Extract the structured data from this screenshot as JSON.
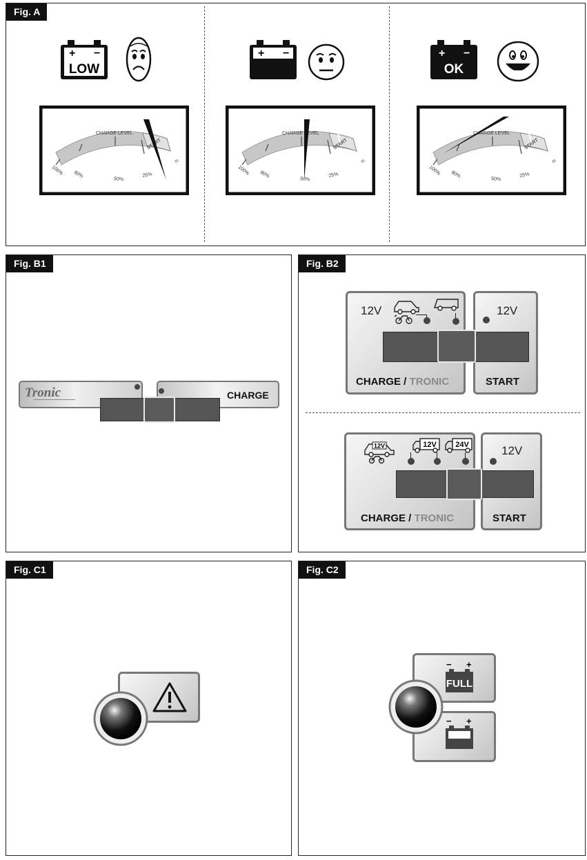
{
  "figures": {
    "a": {
      "label": "Fig. A"
    },
    "b1": {
      "label": "Fig. B1"
    },
    "b2": {
      "label": "Fig. B2"
    },
    "c1": {
      "label": "Fig. C1"
    },
    "c2": {
      "label": "Fig. C2"
    }
  },
  "fig_a": {
    "states": [
      {
        "battery_text": "LOW",
        "face": "sad-face-icon"
      },
      {
        "battery_text": "",
        "face": "neutral-face-icon"
      },
      {
        "battery_text": "OK",
        "face": "happy-face-icon"
      }
    ],
    "meter": {
      "title": "CHARGE LEVEL",
      "ticks": [
        "100%",
        "80%",
        "50%",
        "25%",
        "0"
      ],
      "start_label": "START"
    }
  },
  "fig_b1": {
    "tronic_label": "Tronic",
    "charge_label": "CHARGE"
  },
  "fig_b2": {
    "top": {
      "voltage_left": "12V",
      "voltage_right": "12V",
      "charge": "CHARGE",
      "slash": " / ",
      "tronic": "TRONIC",
      "start": "START"
    },
    "bottom": {
      "badge_12v_a": "12V",
      "badge_12v_b": "12V",
      "badge_24v": "24V",
      "voltage_right": "12V",
      "charge": "CHARGE",
      "slash": " / ",
      "tronic": "TRONIC",
      "start": "START"
    }
  },
  "fig_c1": {
    "icon": "warning-icon"
  },
  "fig_c2": {
    "full_label": "FULL"
  }
}
